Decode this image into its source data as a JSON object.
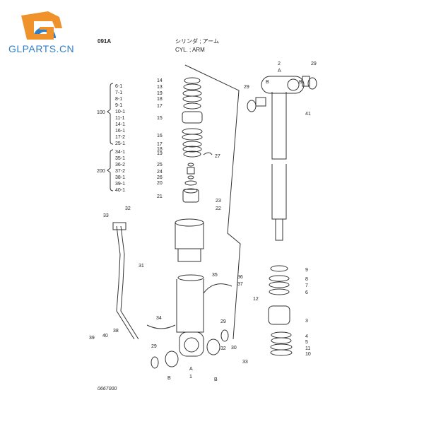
{
  "logo": {
    "text": "GLPARTS.CN",
    "colors": {
      "orange": "#f0922c",
      "blue": "#2f7fc8"
    }
  },
  "header": {
    "code": "091A",
    "title_jp": "シリンダ ; アーム",
    "title_en": "CYL. ; ARM"
  },
  "kit_100": {
    "label": "100",
    "items": [
      "6-1",
      "7-1",
      "8-1",
      "9-1",
      "10-1",
      "11-1",
      "14-1",
      "16-1",
      "17-2",
      "25-1"
    ]
  },
  "kit_200": {
    "label": "200",
    "items": [
      "34-1",
      "35-1",
      "36-2",
      "37-2",
      "38-1",
      "39-1",
      "40-1"
    ]
  },
  "callouts": {
    "piston_stack": [
      "14",
      "13",
      "19",
      "18",
      "17",
      "15",
      "16",
      "17",
      "18",
      "19",
      "27",
      "25",
      "24",
      "26",
      "20",
      "21",
      "23",
      "22"
    ],
    "rod": [
      "2",
      "A",
      "B",
      "B",
      "29",
      "29",
      "41",
      "9",
      "8",
      "7",
      "6",
      "12",
      "3",
      "4",
      "5",
      "11",
      "10"
    ],
    "tube": [
      "33",
      "32",
      "31",
      "35",
      "36",
      "37",
      "34",
      "38",
      "39",
      "40",
      "29",
      "29",
      "32",
      "30",
      "33",
      "B",
      "A",
      "1",
      "B"
    ]
  },
  "drawing_number": "0667000"
}
